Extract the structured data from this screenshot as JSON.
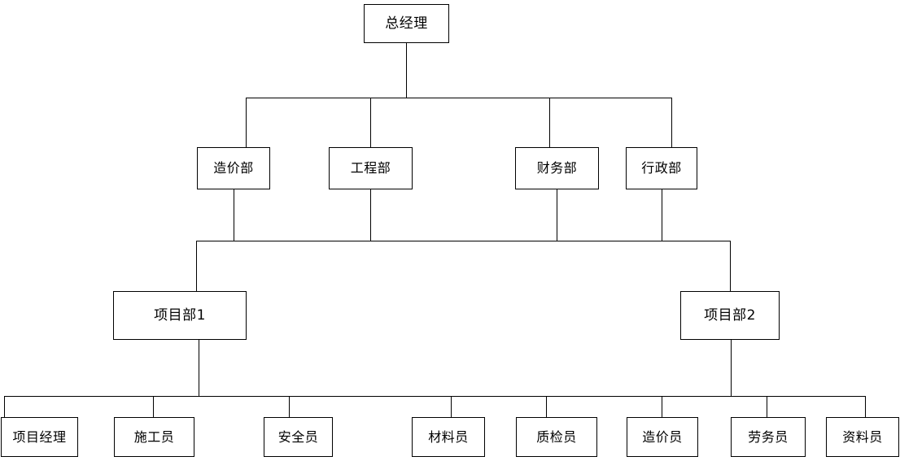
{
  "chart_data": {
    "type": "diagram",
    "diagram_type": "organizational-chart",
    "title": "",
    "orientation": "top-down",
    "levels": 4,
    "node_count": 15,
    "nodes": [
      {
        "id": "gm",
        "label": "总经理",
        "level": 0,
        "parent": null
      },
      {
        "id": "cost",
        "label": "造价部",
        "level": 1,
        "parent": "gm"
      },
      {
        "id": "eng",
        "label": "工程部",
        "level": 1,
        "parent": "gm"
      },
      {
        "id": "fin",
        "label": "财务部",
        "level": 1,
        "parent": "gm"
      },
      {
        "id": "adm",
        "label": "行政部",
        "level": 1,
        "parent": "gm"
      },
      {
        "id": "p1",
        "label": "项目部1",
        "level": 2,
        "parent": "departments"
      },
      {
        "id": "p2",
        "label": "项目部2",
        "level": 2,
        "parent": "departments"
      },
      {
        "id": "pm",
        "label": "项目经理",
        "level": 3,
        "parent": "projects"
      },
      {
        "id": "cons",
        "label": "施工员",
        "level": 3,
        "parent": "projects"
      },
      {
        "id": "safe",
        "label": "安全员",
        "level": 3,
        "parent": "projects"
      },
      {
        "id": "mat",
        "label": "材料员",
        "level": 3,
        "parent": "projects"
      },
      {
        "id": "qa",
        "label": "质检员",
        "level": 3,
        "parent": "projects"
      },
      {
        "id": "est",
        "label": "造价员",
        "level": 3,
        "parent": "projects"
      },
      {
        "id": "lab",
        "label": "劳务员",
        "level": 3,
        "parent": "projects"
      },
      {
        "id": "doc",
        "label": "资料员",
        "level": 3,
        "parent": "projects"
      }
    ],
    "colors": {
      "background": "#ffffff",
      "box_border": "#000000",
      "box_fill": "#ffffff",
      "text": "#000000",
      "connector": "#000000"
    }
  },
  "level0": {
    "general_manager": "总经理"
  },
  "level1": {
    "departments": [
      {
        "label": "造价部"
      },
      {
        "label": "工程部"
      },
      {
        "label": "财务部"
      },
      {
        "label": "行政部"
      }
    ]
  },
  "level2": {
    "projects": [
      {
        "label": "项目部1"
      },
      {
        "label": "项目部2"
      }
    ]
  },
  "level3": {
    "roles": [
      {
        "label": "项目经理"
      },
      {
        "label": "施工员"
      },
      {
        "label": "安全员"
      },
      {
        "label": "材料员"
      },
      {
        "label": "质检员"
      },
      {
        "label": "造价员"
      },
      {
        "label": "劳务员"
      },
      {
        "label": "资料员"
      }
    ]
  }
}
